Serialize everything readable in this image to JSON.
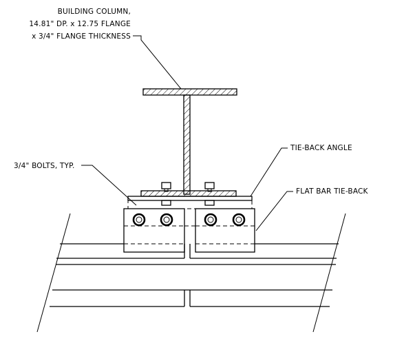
{
  "labels": {
    "column_line1": "BUILDING COLUMN,",
    "column_line2": "14.81\" DP. x 12.75 FLANGE",
    "column_line3": "x 3/4\" FLANGE THICKNESS",
    "tie_back_angle": "TIE-BACK ANGLE",
    "bolts": "3/4\" BOLTS, TYP.",
    "flat_bar": "FLAT BAR TIE-BACK"
  }
}
